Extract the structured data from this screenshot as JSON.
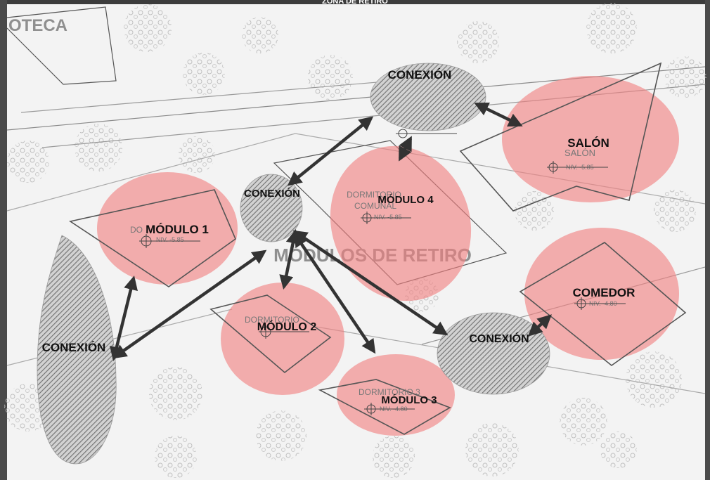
{
  "header": {
    "title": "ZONA DE RETIRO"
  },
  "plan_labels": {
    "biblioteca_fragment": "OTECA",
    "area_title": "MÓDULOS DE RETIRO",
    "salon": "SALÓN",
    "niv_salon": "NIV. -5.85",
    "dormitorio_comunal_a": "DORMITORIO",
    "dormitorio_comunal_b": "COMUNAL",
    "niv_comunal": "NIV. -5.85",
    "dormitorio_1": "DO",
    "niv_1": "NIV. -5.85",
    "dormitorio_2": "DORMITORIO",
    "dormitorio_3": "DORMITORIO 3",
    "niv_3": "NIV. -4.80",
    "niv_comedor": "NIV. -4.80"
  },
  "zones": {
    "modulo_1": "MÓDULO 1",
    "modulo_2": "MÓDULO 2",
    "modulo_3": "MÓDULO 3",
    "modulo_4": "MÓDULO 4",
    "salon": "SALÓN",
    "comedor": "COMEDOR",
    "conexion_top": "CONEXIÓN",
    "conexion_mid": "CONEXIÓN",
    "conexion_left": "CONEXIÓN",
    "conexion_right": "CONEXIÓN"
  },
  "colors": {
    "module_fill": "#f08080",
    "connection_fill": "#9a9a9a",
    "arrow": "#333333",
    "plan_line": "#555555",
    "tree": "#c8c8c8"
  }
}
